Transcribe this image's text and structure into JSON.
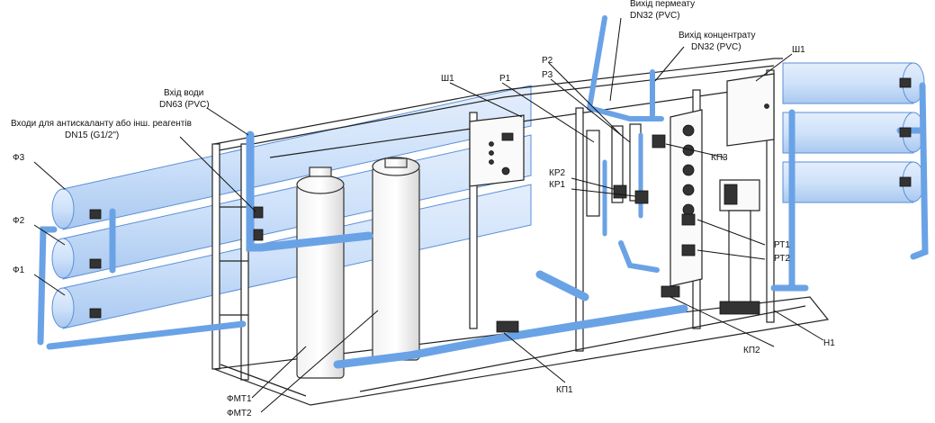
{
  "labels": {
    "permeate_out": "Вихід пермеату",
    "permeate_size": "DN32 (PVC)",
    "concentrate_out": "Вихід концентрату",
    "concentrate_size": "DN32 (PVC)",
    "water_in": "Вхід води",
    "water_in_size": "DN63 (PVC)",
    "antiscalant_in": "Входи для антискаланту або інш. реагентів",
    "antiscalant_size": "DN15 (G1/2\")",
    "sh1_left": "Ш1",
    "sh1_right": "Ш1",
    "p1": "Р1",
    "p2": "Р2",
    "p3": "Р3",
    "kp2": "КР2",
    "kp1": "КР1",
    "kp3": "КП3",
    "rt1": "РТ1",
    "rt2": "РТ2",
    "f1": "Ф1",
    "f2": "Ф2",
    "f3": "Ф3",
    "fmt1": "ФМТ1",
    "fmt2": "ФМТ2",
    "kp1_valve": "КП1",
    "kp2_valve": "КП2",
    "n1": "Н1"
  },
  "colors": {
    "pipe": "#6aa2e6",
    "pipe_dark": "#3b6fb8",
    "vessel": "#cfe2fa",
    "frame": "#222222",
    "text": "#111111"
  }
}
